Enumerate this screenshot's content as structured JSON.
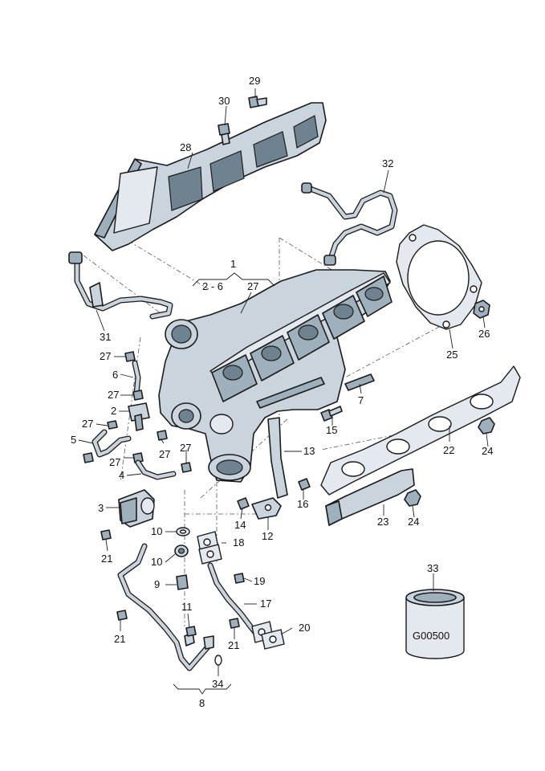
{
  "labels": {
    "l1": "1",
    "l2_6": "2 - 6",
    "l27_group": "27",
    "l29": "29",
    "l30": "30",
    "l28": "28",
    "l32": "32",
    "l31": "31",
    "l27a": "27",
    "l6": "6",
    "l27b": "27",
    "l2": "2",
    "l27c": "27",
    "l5": "5",
    "l27d": "27",
    "l27e": "27",
    "l27f": "27",
    "l4": "4",
    "l3": "3",
    "l21a": "21",
    "l10a": "10",
    "l10b": "10",
    "l9": "9",
    "l11": "11",
    "l21b": "21",
    "l34": "34",
    "l8": "8",
    "l18": "18",
    "l19": "19",
    "l17": "17",
    "l21c": "21",
    "l20": "20",
    "l14": "14",
    "l12": "12",
    "l16": "16",
    "l13": "13",
    "l15": "15",
    "l7": "7",
    "l25": "25",
    "l26": "26",
    "l22": "22",
    "l24a": "24",
    "l23": "23",
    "l24b": "24",
    "l33": "33"
  },
  "can_label": "G00500",
  "colors": {
    "part_fill": "#c9d4dc",
    "part_dark": "#9fb0bd",
    "outline": "#1b1b1b"
  }
}
